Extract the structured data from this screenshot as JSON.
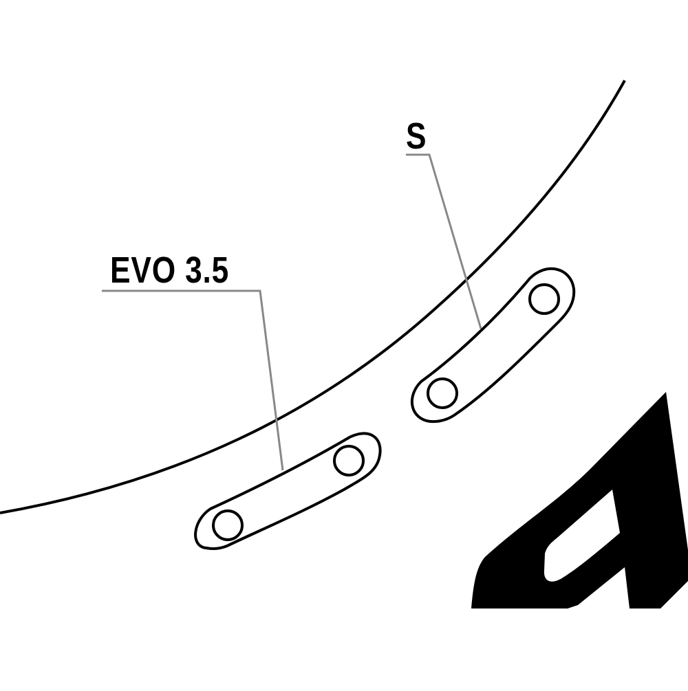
{
  "diagram": {
    "labels": {
      "evo": "EVO 3.5",
      "s": "S"
    },
    "colors": {
      "background": "#ffffff",
      "outline": "#000000",
      "leader_line": "#888888",
      "logo_fill": "#000000"
    },
    "parts": [
      {
        "name": "EVO 3.5 cleat plate",
        "holes": 2
      },
      {
        "name": "S cleat plate",
        "holes": 2
      }
    ],
    "logo": "partial stylized A mark"
  }
}
